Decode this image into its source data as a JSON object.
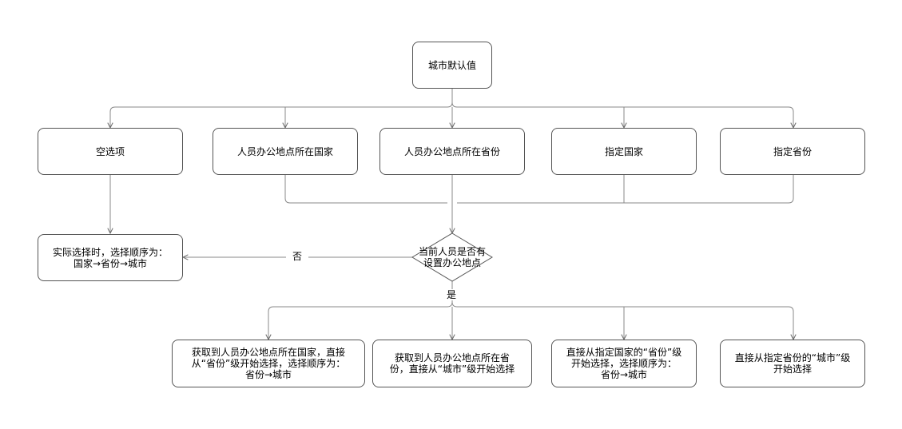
{
  "diagram": {
    "root": "城市默认值",
    "options": [
      "空选项",
      "人员办公地点所在国家",
      "人员办公地点所在省份",
      "指定国家",
      "指定省份"
    ],
    "decision": [
      "当前人员是否有",
      "设置办公地点"
    ],
    "edge_no": "否",
    "edge_yes": "是",
    "empty_result": [
      "实际选择时，选择顺序为：",
      "国家→省份→城市"
    ],
    "results": [
      [
        "获取到人员办公地点所在国家，直接",
        "从“省份”级开始选择，选择顺序为：",
        "省份→城市"
      ],
      [
        "获取到人员办公地点所在省",
        "份，直接从“城市”级开始选择"
      ],
      [
        "直接从指定国家的“省份”级",
        "开始选择，选择顺序为：",
        "省份→城市"
      ],
      [
        "直接从指定省份的“城市”级",
        "开始选择"
      ]
    ]
  }
}
